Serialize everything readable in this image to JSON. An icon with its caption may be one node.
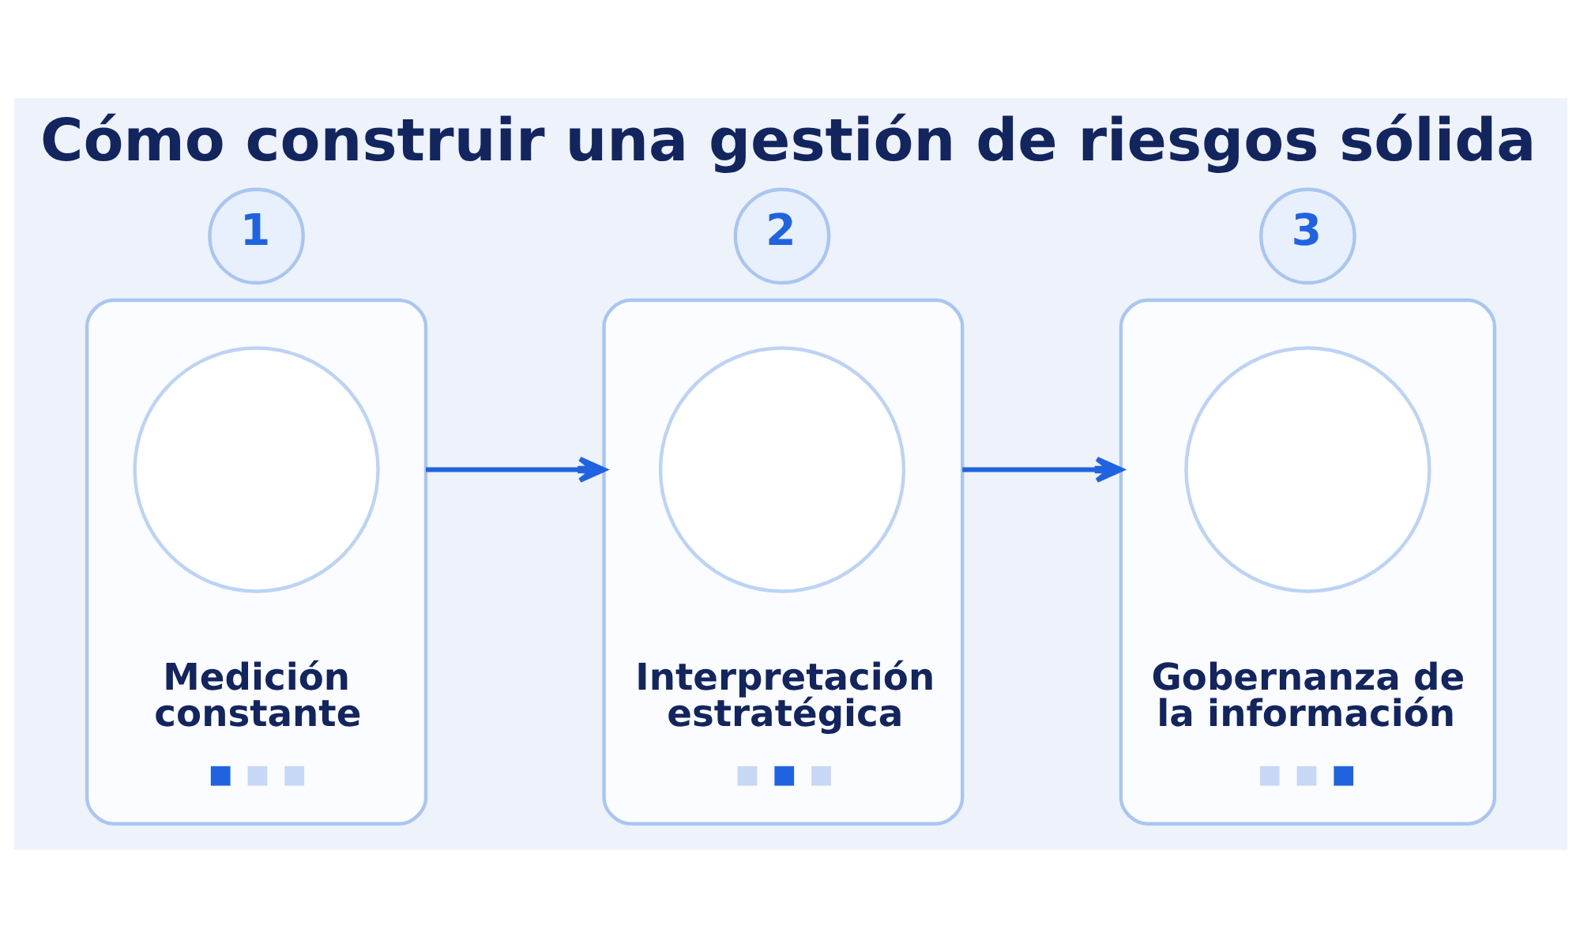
{
  "diagram": {
    "title": "Cómo construir una gestión de riesgos sólida",
    "nodes": [
      {
        "text": [
          "1"
        ]
      },
      {
        "text": [
          "Medición constante"
        ]
      },
      {
        "text": [],
        "shape": "circle",
        "in": 1
      },
      {
        "text": [
          "2"
        ]
      },
      {
        "text": [
          "Interpretación estratégica"
        ]
      },
      {
        "text": [],
        "shape": "circle",
        "in": 4
      },
      {
        "text": [
          "3"
        ]
      },
      {
        "text": [
          "Gobernanza de la información"
        ]
      },
      {
        "text": [],
        "shape": "circle",
        "in": 7
      }
    ],
    "edges": [
      {
        "from": 1,
        "to": 4,
        "arrow": "to"
      },
      {
        "from": 4,
        "to": 7,
        "arrow": "to"
      }
    ]
  }
}
